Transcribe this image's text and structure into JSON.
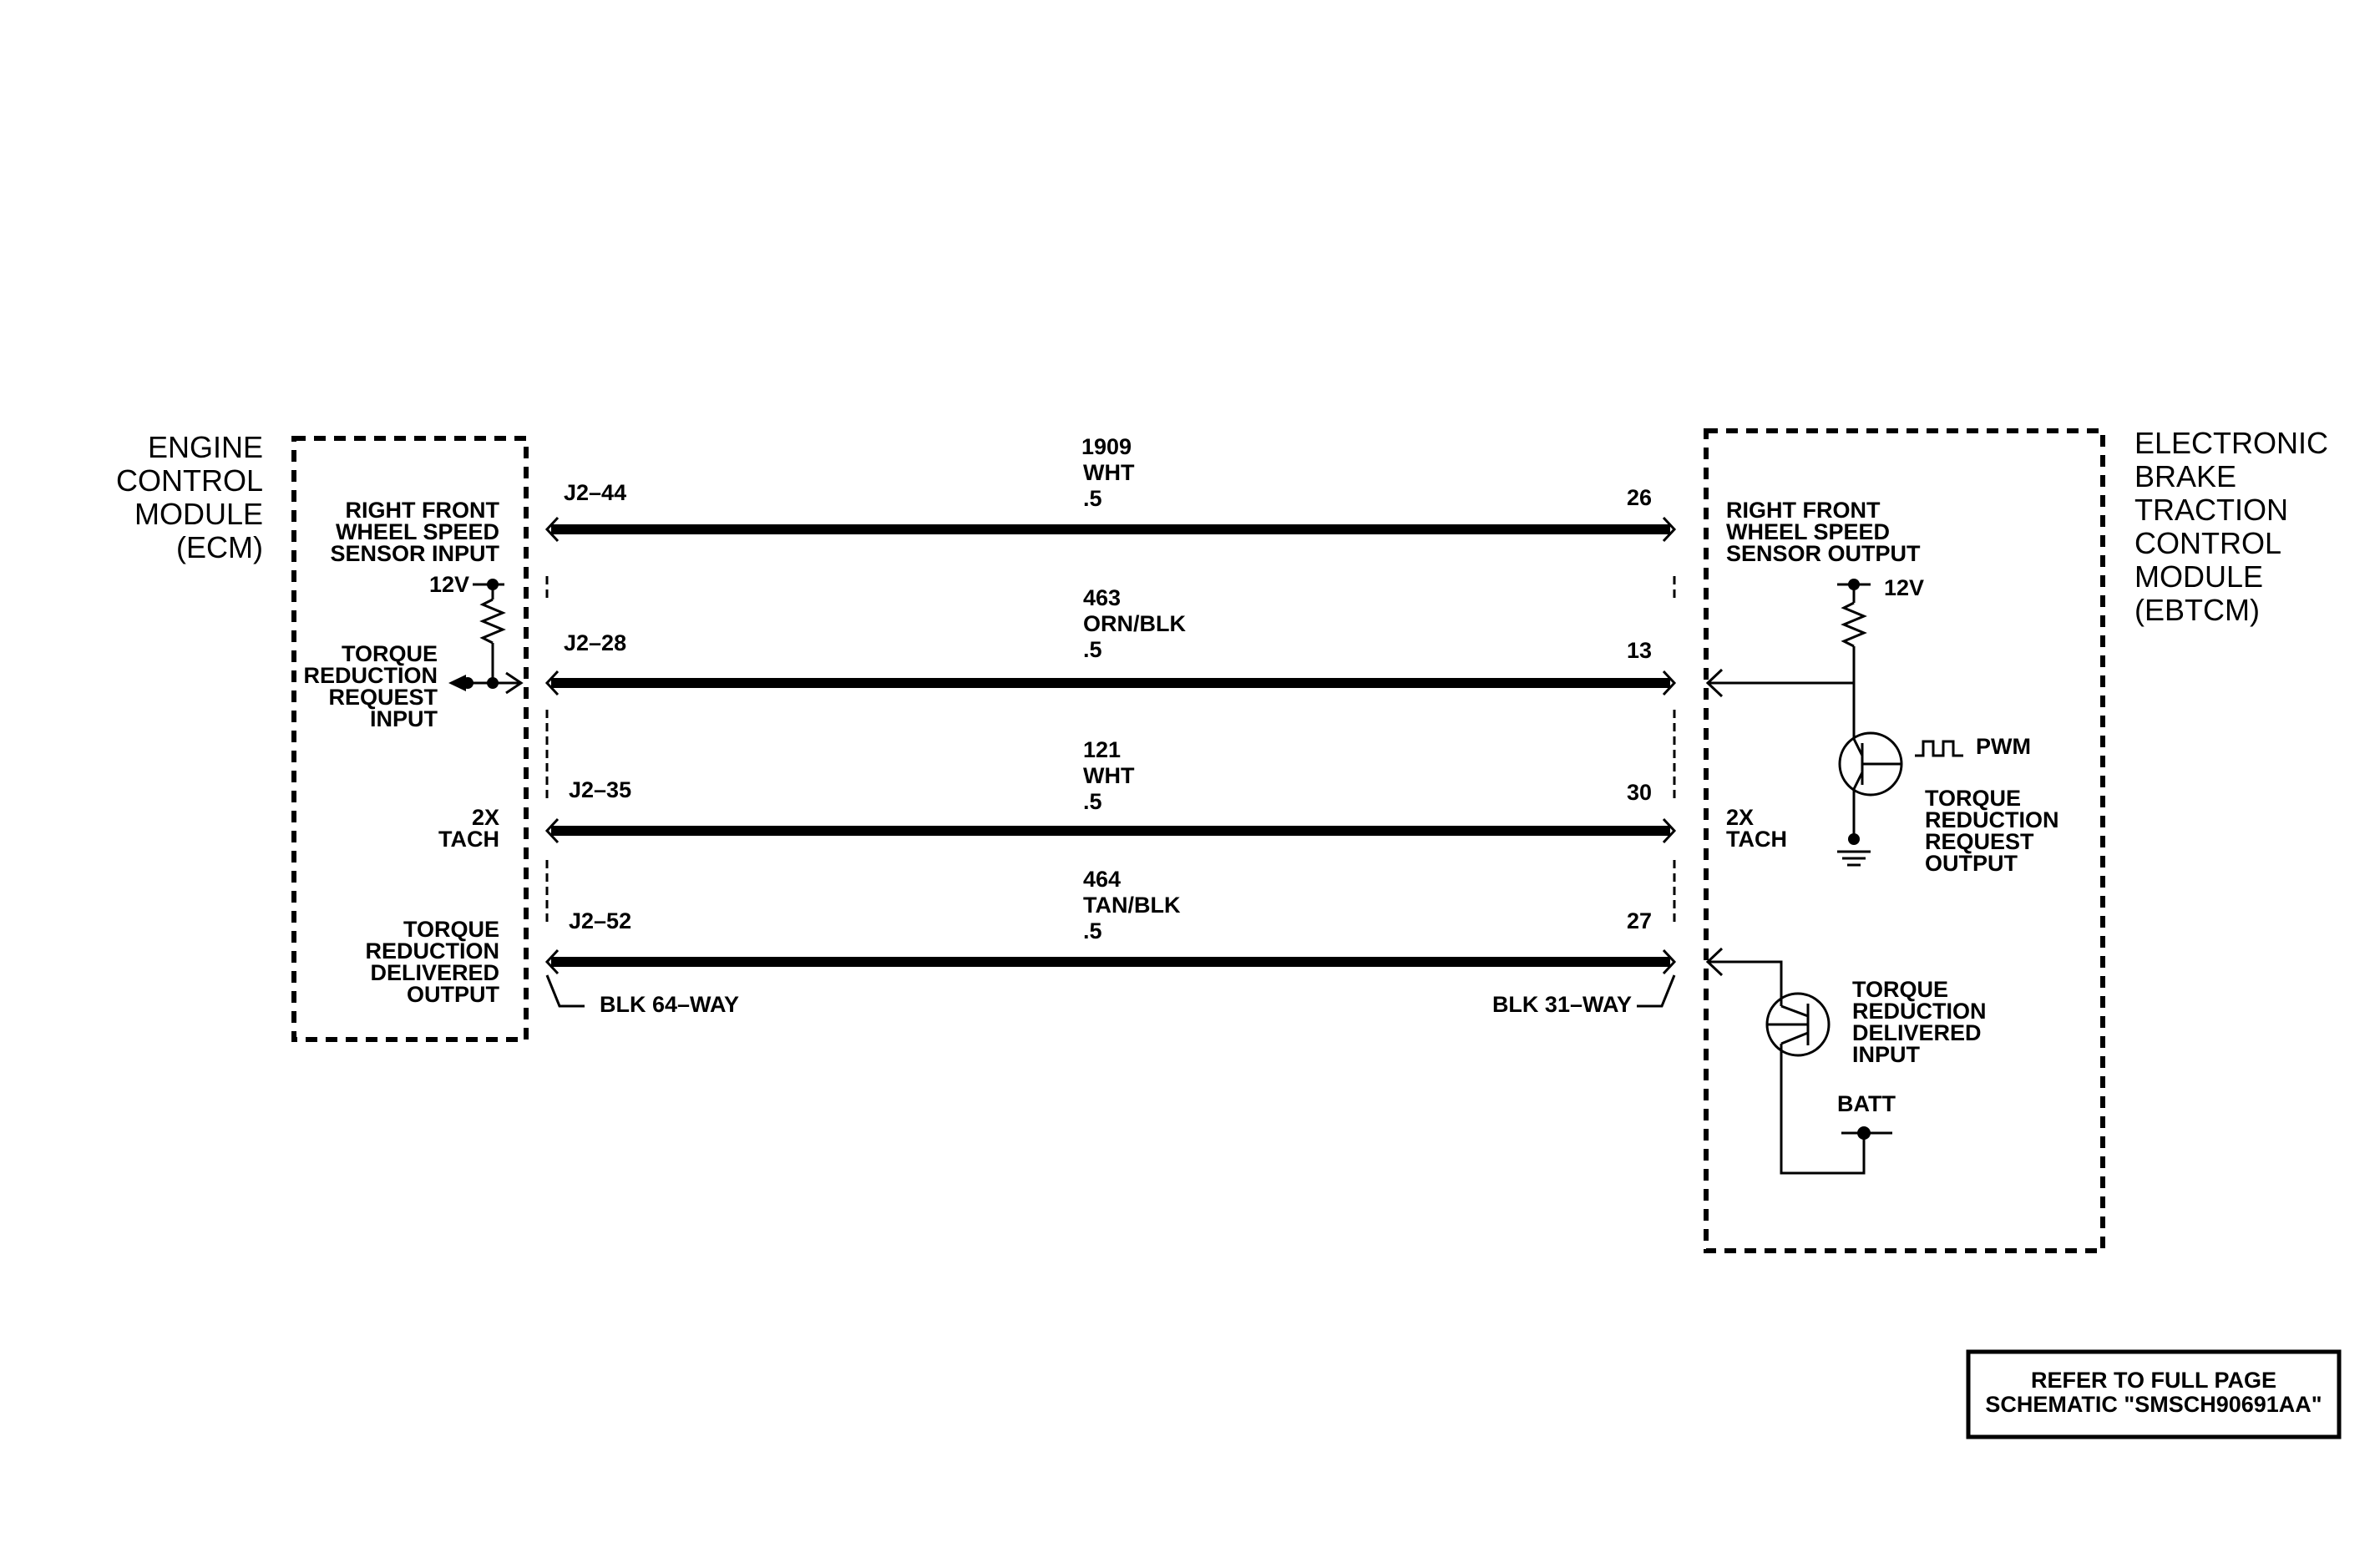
{
  "modules": {
    "ecm": [
      "ENGINE",
      "CONTROL",
      "MODULE",
      "(ECM)"
    ],
    "ebtcm": [
      "ELECTRONIC",
      "BRAKE",
      "TRACTION",
      "CONTROL",
      "MODULE",
      "(EBTCM)"
    ]
  },
  "ecm_pins": {
    "rf_speed_input": [
      "RIGHT FRONT",
      "WHEEL SPEED",
      "SENSOR INPUT"
    ],
    "torque_request_input": [
      "TORQUE",
      "REDUCTION",
      "REQUEST",
      "INPUT"
    ],
    "tach": [
      "2X",
      "TACH"
    ],
    "torque_delivered_output": [
      "TORQUE",
      "REDUCTION",
      "DELIVERED",
      "OUTPUT"
    ],
    "supply": "12V"
  },
  "ebtcm_pins": {
    "rf_speed_output": [
      "RIGHT FRONT",
      "WHEEL SPEED",
      "SENSOR OUTPUT"
    ],
    "tach": [
      "2X",
      "TACH"
    ],
    "torque_request_output": [
      "TORQUE",
      "REDUCTION",
      "REQUEST",
      "OUTPUT"
    ],
    "torque_delivered_input": [
      "TORQUE",
      "REDUCTION",
      "DELIVERED",
      "INPUT"
    ],
    "supply": "12V",
    "pwm": "PWM",
    "batt": "BATT"
  },
  "wires": [
    {
      "circuit": "1909",
      "color": "WHT",
      "gauge": ".5",
      "ecm_pin": "J2–44",
      "ebtcm_pin": "26"
    },
    {
      "circuit": "463",
      "color": "ORN/BLK",
      "gauge": ".5",
      "ecm_pin": "J2–28",
      "ebtcm_pin": "13"
    },
    {
      "circuit": "121",
      "color": "WHT",
      "gauge": ".5",
      "ecm_pin": "J2–35",
      "ebtcm_pin": "30"
    },
    {
      "circuit": "464",
      "color": "TAN/BLK",
      "gauge": ".5",
      "ecm_pin": "J2–52",
      "ebtcm_pin": "27"
    }
  ],
  "connectors": {
    "ecm": "BLK 64–WAY",
    "ebtcm": "BLK 31–WAY"
  },
  "reference": [
    "REFER TO FULL PAGE",
    "SCHEMATIC \"SMSCH90691AA\""
  ]
}
